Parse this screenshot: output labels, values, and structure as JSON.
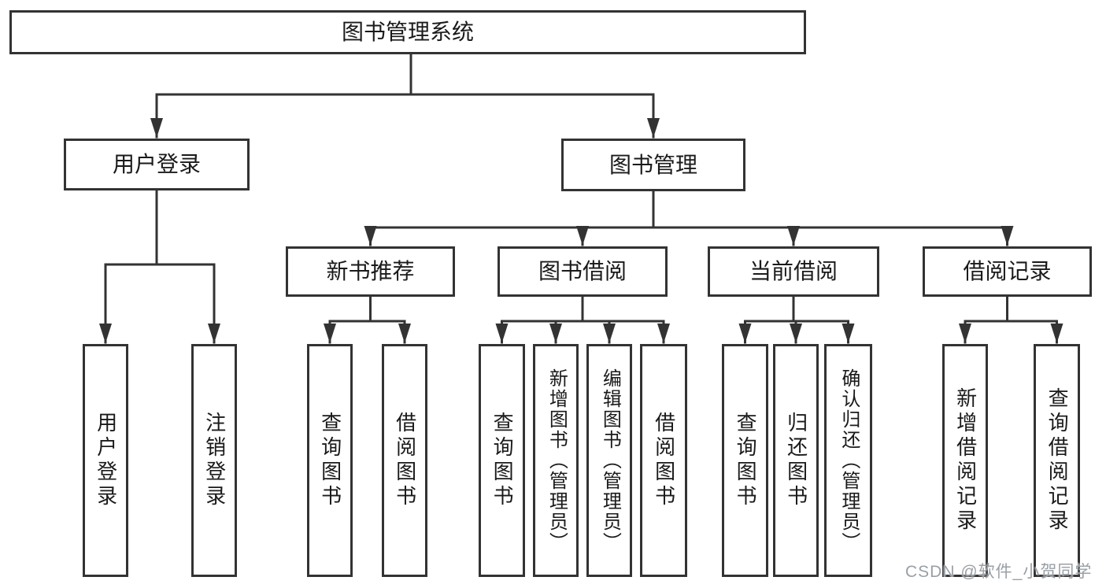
{
  "diagram": {
    "root": {
      "id": "system",
      "label": "图书管理系统",
      "children": [
        {
          "id": "user-login",
          "label": "用户登录",
          "children": [
            {
              "id": "user-login-action",
              "label": "用户登录",
              "vertical": true
            },
            {
              "id": "logout-action",
              "label": "注销登录",
              "vertical": true
            }
          ]
        },
        {
          "id": "book-management",
          "label": "图书管理",
          "children": [
            {
              "id": "new-book-recommend",
              "label": "新书推荐",
              "children": [
                {
                  "id": "query-book-recommend",
                  "label": "查询图书",
                  "vertical": true
                },
                {
                  "id": "borrow-book-recommend",
                  "label": "借阅图书",
                  "vertical": true
                }
              ]
            },
            {
              "id": "book-borrow",
              "label": "图书借阅",
              "children": [
                {
                  "id": "query-book-borrow",
                  "label": "查询图书",
                  "vertical": true
                },
                {
                  "id": "add-book-admin",
                  "label": "新增图书（管理员）",
                  "vertical": true
                },
                {
                  "id": "edit-book-admin",
                  "label": "编辑图书（管理员）",
                  "vertical": true
                },
                {
                  "id": "borrow-book-action",
                  "label": "借阅图书",
                  "vertical": true
                }
              ]
            },
            {
              "id": "current-borrow",
              "label": "当前借阅",
              "children": [
                {
                  "id": "query-book-current",
                  "label": "查询图书",
                  "vertical": true
                },
                {
                  "id": "return-book",
                  "label": "归还图书",
                  "vertical": true
                },
                {
                  "id": "confirm-return-admin",
                  "label": "确认归还（管理员）",
                  "vertical": true
                }
              ]
            },
            {
              "id": "borrow-records",
              "label": "借阅记录",
              "children": [
                {
                  "id": "add-borrow-record",
                  "label": "新增借阅记录",
                  "vertical": true
                },
                {
                  "id": "query-borrow-record",
                  "label": "查询借阅记录",
                  "vertical": true
                }
              ]
            }
          ]
        }
      ]
    }
  },
  "watermark": {
    "text": "CSDN @软件_小贺同学"
  },
  "colors": {
    "line": "#333333",
    "box_border": "#333333",
    "box_background": "#ffffff",
    "text": "#1a1a1a",
    "watermark": "#9aa0a6"
  }
}
